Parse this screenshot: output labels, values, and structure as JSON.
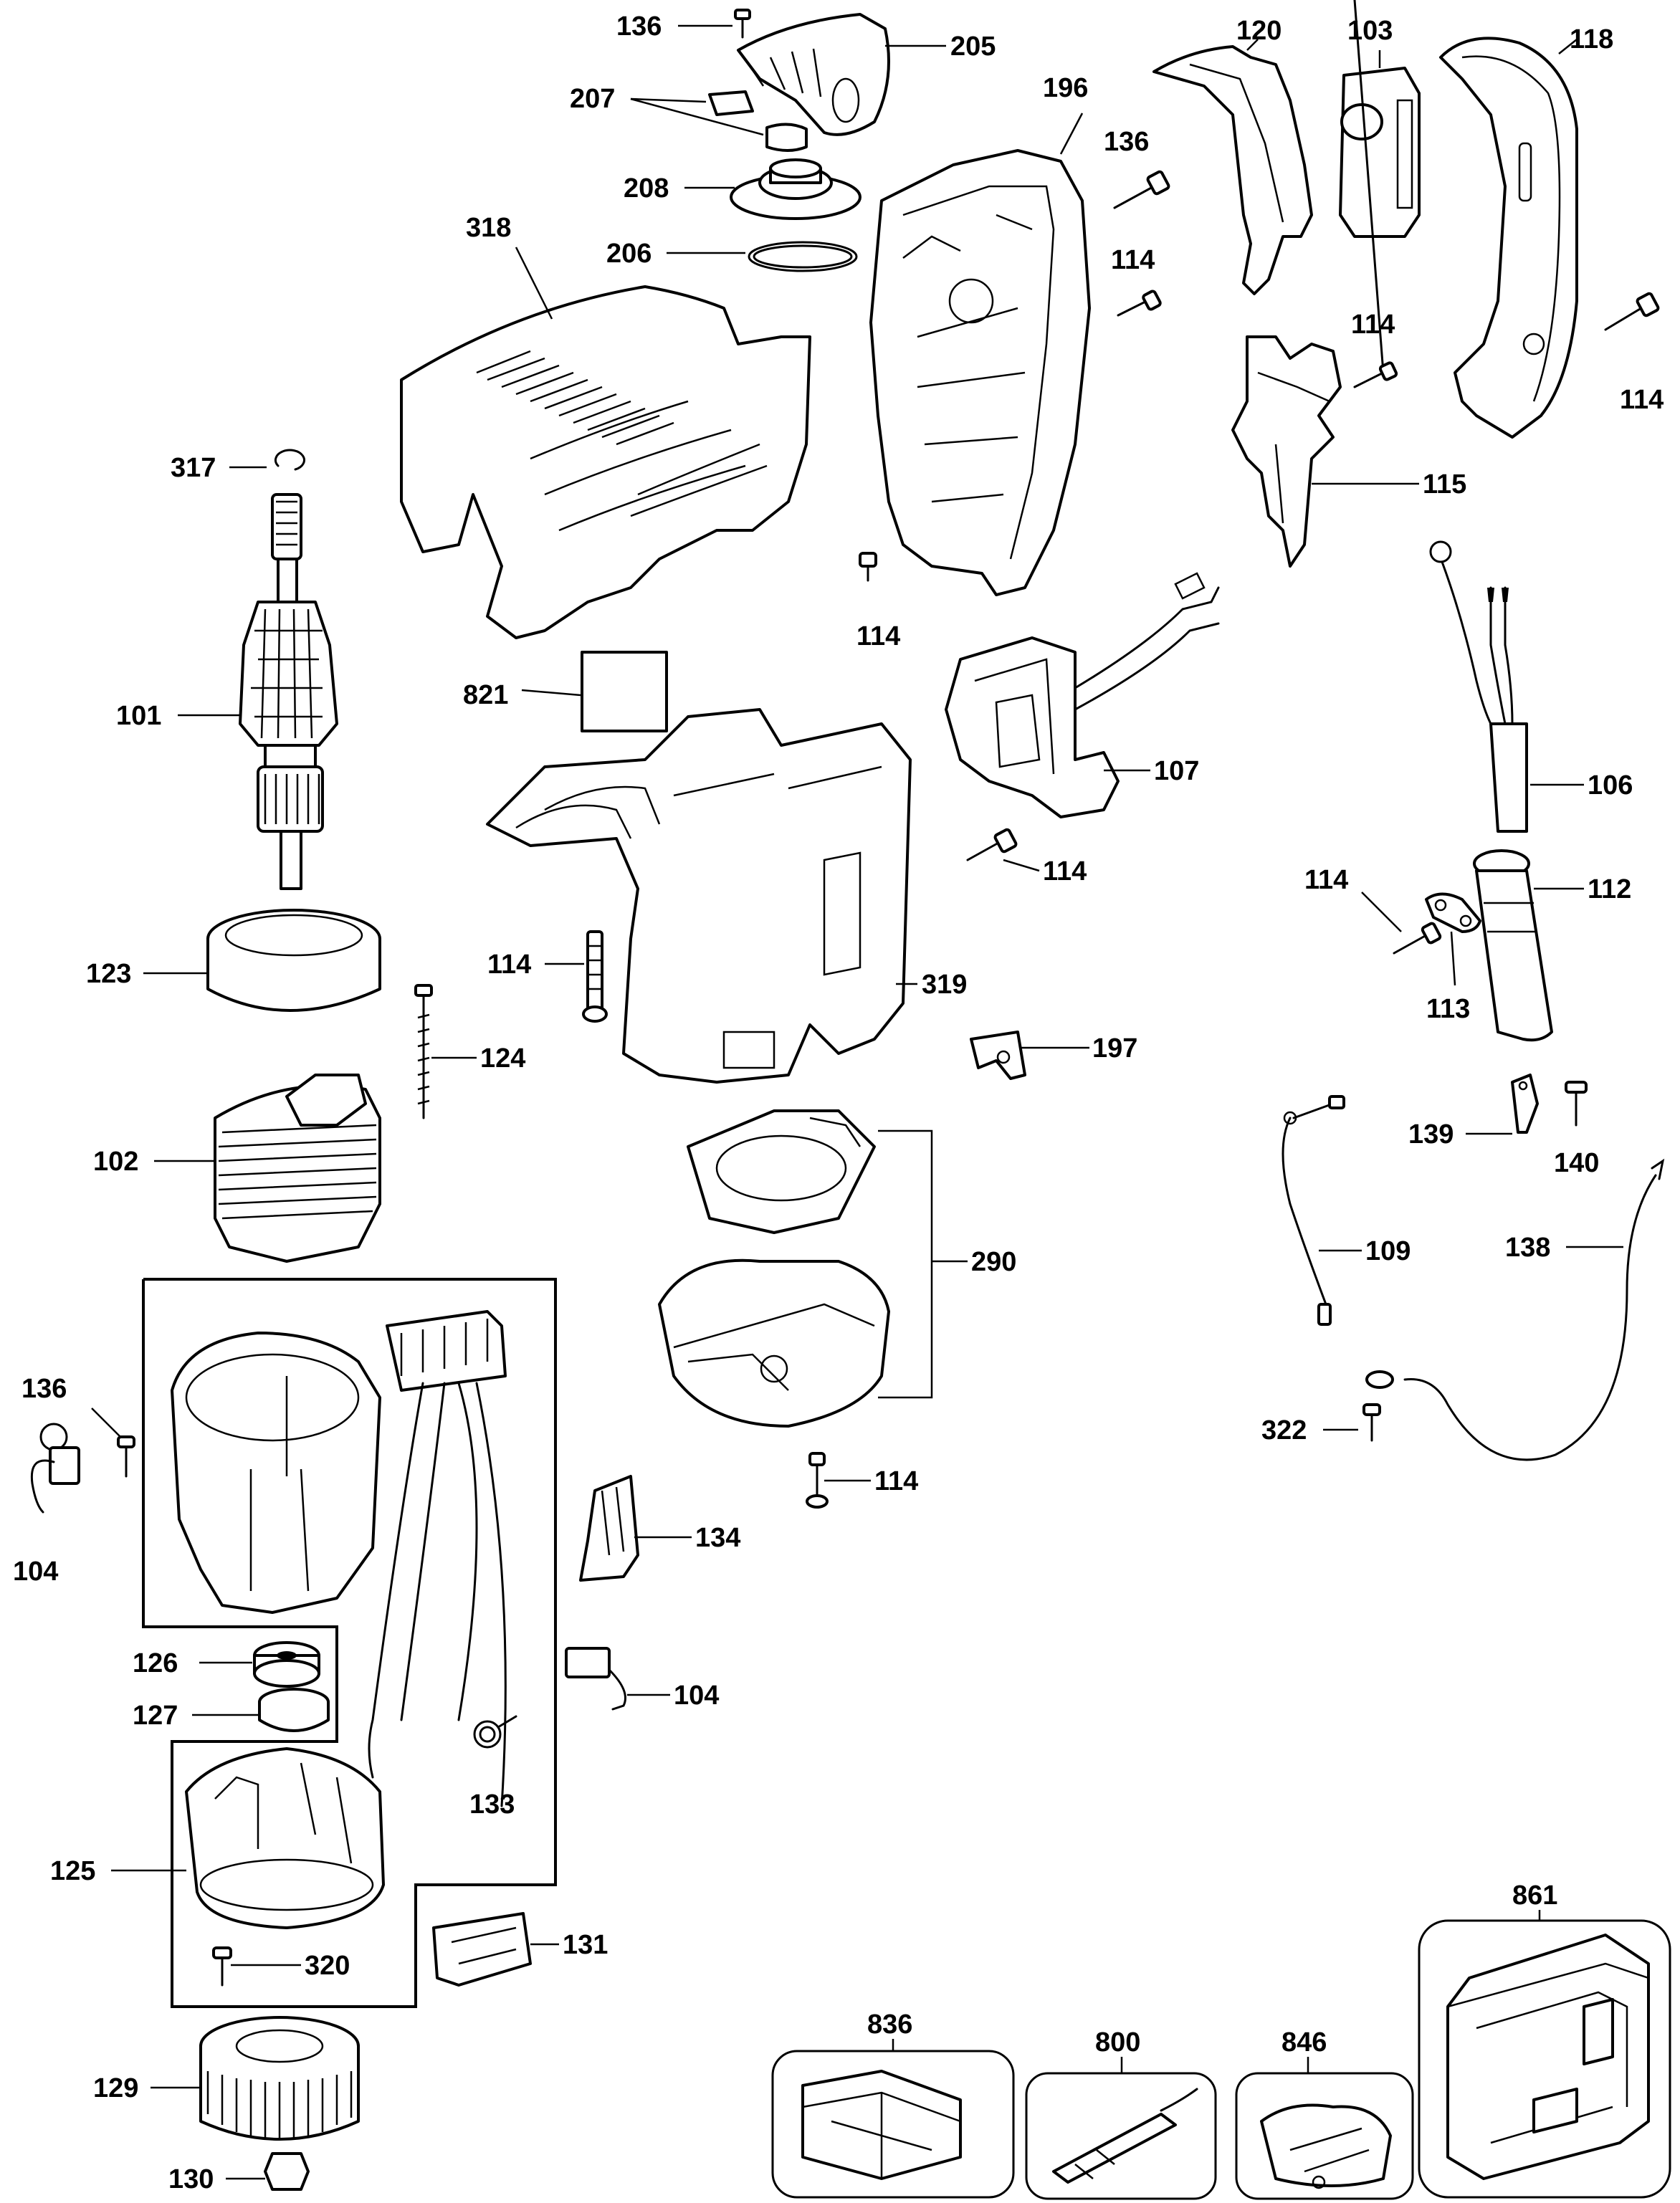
{
  "diagram": {
    "colors": {
      "ink": "#000000",
      "paper": "#ffffff"
    },
    "callouts": {
      "p136a": "136",
      "p205": "205",
      "p120": "120",
      "p103": "103",
      "p118": "118",
      "p207": "207",
      "p196": "196",
      "p136b": "136",
      "p208": "208",
      "p318": "318",
      "p206": "206",
      "p114a": "114",
      "p114b": "114",
      "p114c": "114",
      "p317": "317",
      "p115": "115",
      "p114d": "114",
      "p101": "101",
      "p821": "821",
      "p106": "106",
      "p107": "107",
      "p114e": "114",
      "p114f": "114",
      "p112": "112",
      "p123": "123",
      "p114g": "114",
      "p113": "113",
      "p319": "319",
      "p124": "124",
      "p197": "197",
      "p102": "102",
      "p139": "139",
      "p140": "140",
      "p109": "109",
      "p138": "138",
      "p290": "290",
      "p136c": "136",
      "p322": "322",
      "p114h": "114",
      "p104a": "104",
      "p134": "134",
      "p126": "126",
      "p104b": "104",
      "p127": "127",
      "p133": "133",
      "p125": "125",
      "p861": "861",
      "p131": "131",
      "p320": "320",
      "p836": "836",
      "p800": "800",
      "p846": "846",
      "p129": "129",
      "p130": "130"
    }
  }
}
